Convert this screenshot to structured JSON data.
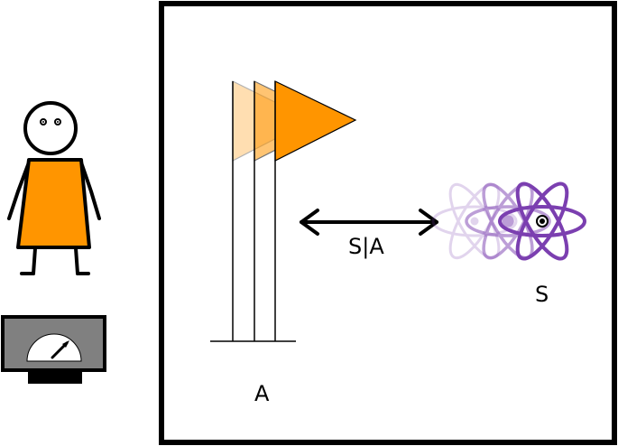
{
  "labels": {
    "relation": "S|A",
    "system": "S",
    "apparatus": "A"
  },
  "colors": {
    "frame": "#000000",
    "flag_orange": "#ff9500",
    "atom_purple": "#7b3fb0",
    "person_body": "#ff9500",
    "meter_body": "#808080"
  },
  "icons": {
    "observer": "stick-figure-icon",
    "meter": "gauge-meter-icon",
    "flags": "flag-icon",
    "atoms": "atom-icon",
    "arrow": "double-headed-arrow-icon"
  }
}
